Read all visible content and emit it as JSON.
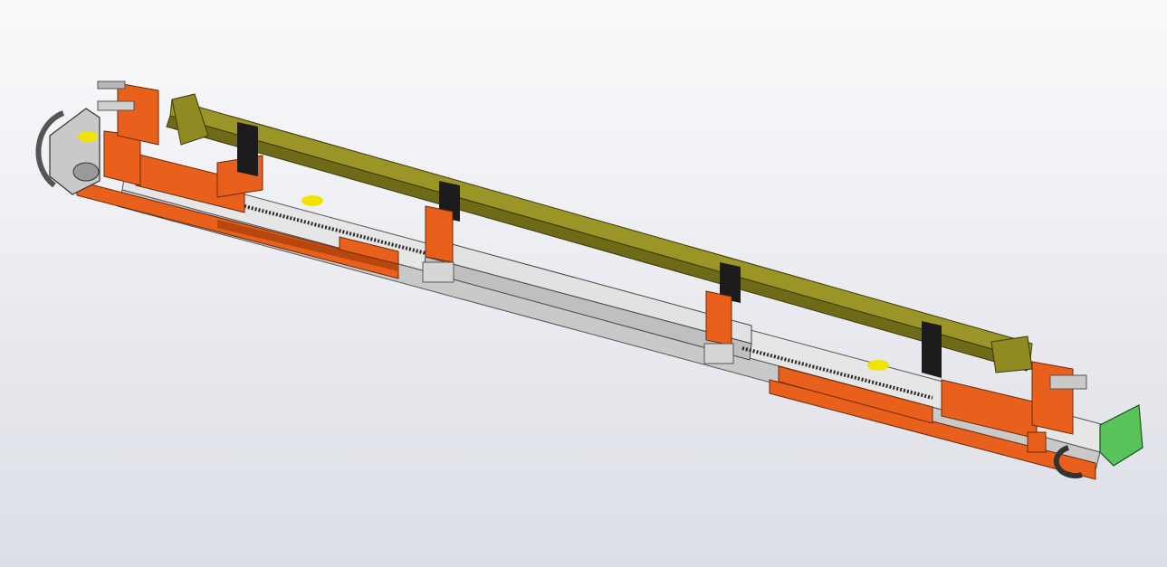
{
  "viewport": {
    "background_top": "#f9fafb",
    "background_bottom": "#dcdee6"
  },
  "model": {
    "description_visible_text": "",
    "colors": {
      "orange_frame": "#e8601c",
      "orange_dark": "#b8460f",
      "olive_beam": "#8f8a21",
      "olive_dark": "#5c5712",
      "grey_rail": "#d9d9d9",
      "grey_dark": "#8a8a8a",
      "black_bracket": "#1c1c1c",
      "yellow_marker": "#f2e400",
      "green_plate": "#57c35a"
    },
    "components": [
      "left-end-frame",
      "right-end-frame",
      "olive-top-beam",
      "grey-base-rail",
      "gripper-bracket-1",
      "gripper-bracket-2",
      "gripper-bracket-3",
      "gripper-bracket-4",
      "left-wheel-plate",
      "right-green-plate",
      "center-support-column-1",
      "center-support-column-2"
    ]
  }
}
